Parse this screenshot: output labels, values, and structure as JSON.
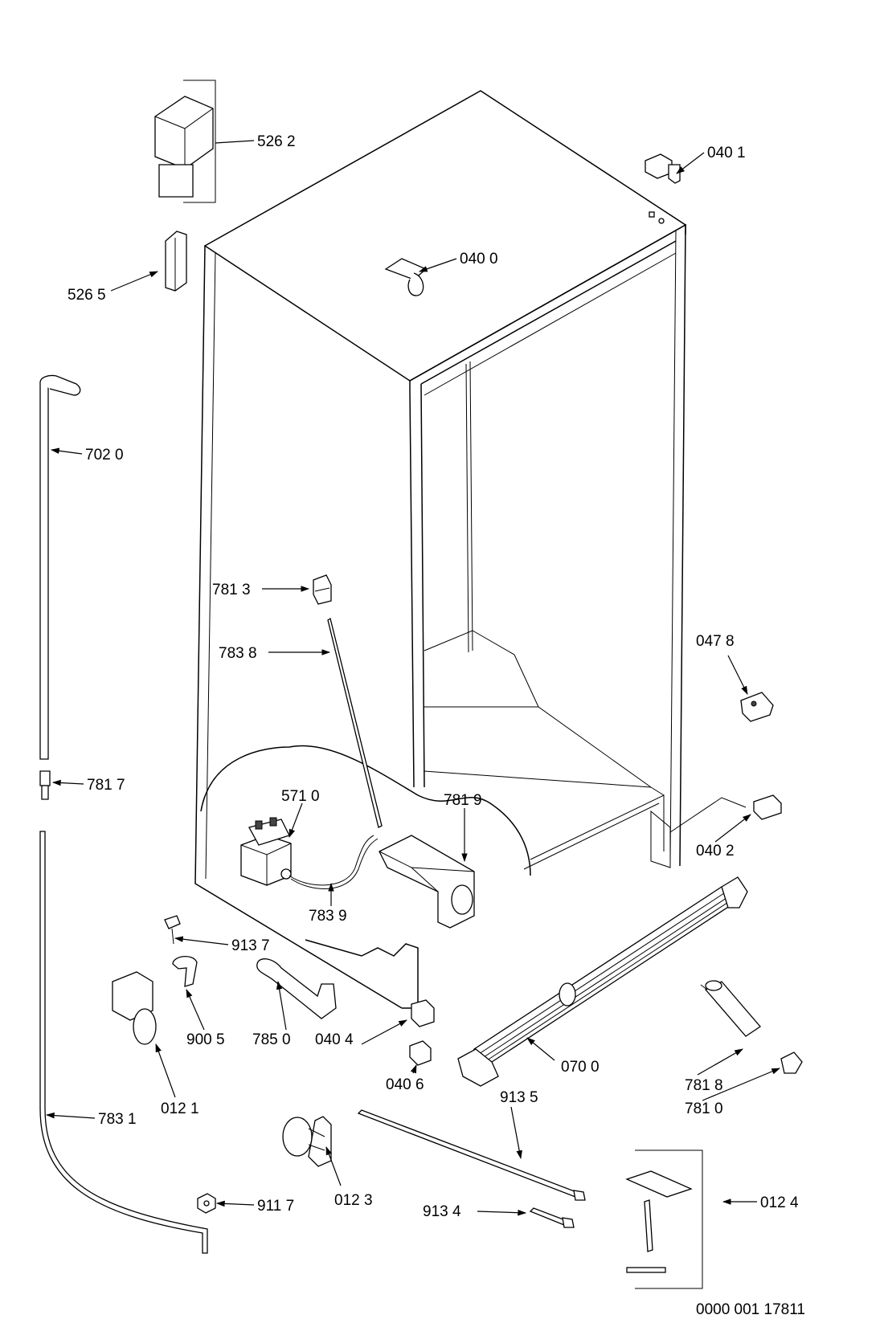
{
  "drawing_number": "0000 001 17811",
  "callouts": [
    {
      "id": "526-2",
      "label": "526 2"
    },
    {
      "id": "526-5",
      "label": "526 5"
    },
    {
      "id": "040-1",
      "label": "040 1"
    },
    {
      "id": "040-0",
      "label": "040 0"
    },
    {
      "id": "702-0",
      "label": "702 0"
    },
    {
      "id": "781-3",
      "label": "781 3"
    },
    {
      "id": "783-8",
      "label": "783 8"
    },
    {
      "id": "047-8",
      "label": "047 8"
    },
    {
      "id": "781-7",
      "label": "781 7"
    },
    {
      "id": "571-0",
      "label": "571 0"
    },
    {
      "id": "781-9",
      "label": "781 9"
    },
    {
      "id": "040-2",
      "label": "040 2"
    },
    {
      "id": "783-9",
      "label": "783 9"
    },
    {
      "id": "913-7",
      "label": "913 7"
    },
    {
      "id": "900-5",
      "label": "900 5"
    },
    {
      "id": "785-0",
      "label": "785 0"
    },
    {
      "id": "040-4",
      "label": "040 4"
    },
    {
      "id": "070-0",
      "label": "070 0"
    },
    {
      "id": "012-1",
      "label": "012 1"
    },
    {
      "id": "040-6",
      "label": "040 6"
    },
    {
      "id": "781-8",
      "label": "781 8"
    },
    {
      "id": "913-5",
      "label": "913 5"
    },
    {
      "id": "783-1",
      "label": "783 1"
    },
    {
      "id": "781-0",
      "label": "781 0"
    },
    {
      "id": "911-7",
      "label": "911 7"
    },
    {
      "id": "012-3",
      "label": "012 3"
    },
    {
      "id": "913-4",
      "label": "913 4"
    },
    {
      "id": "012-4",
      "label": "012 4"
    }
  ]
}
